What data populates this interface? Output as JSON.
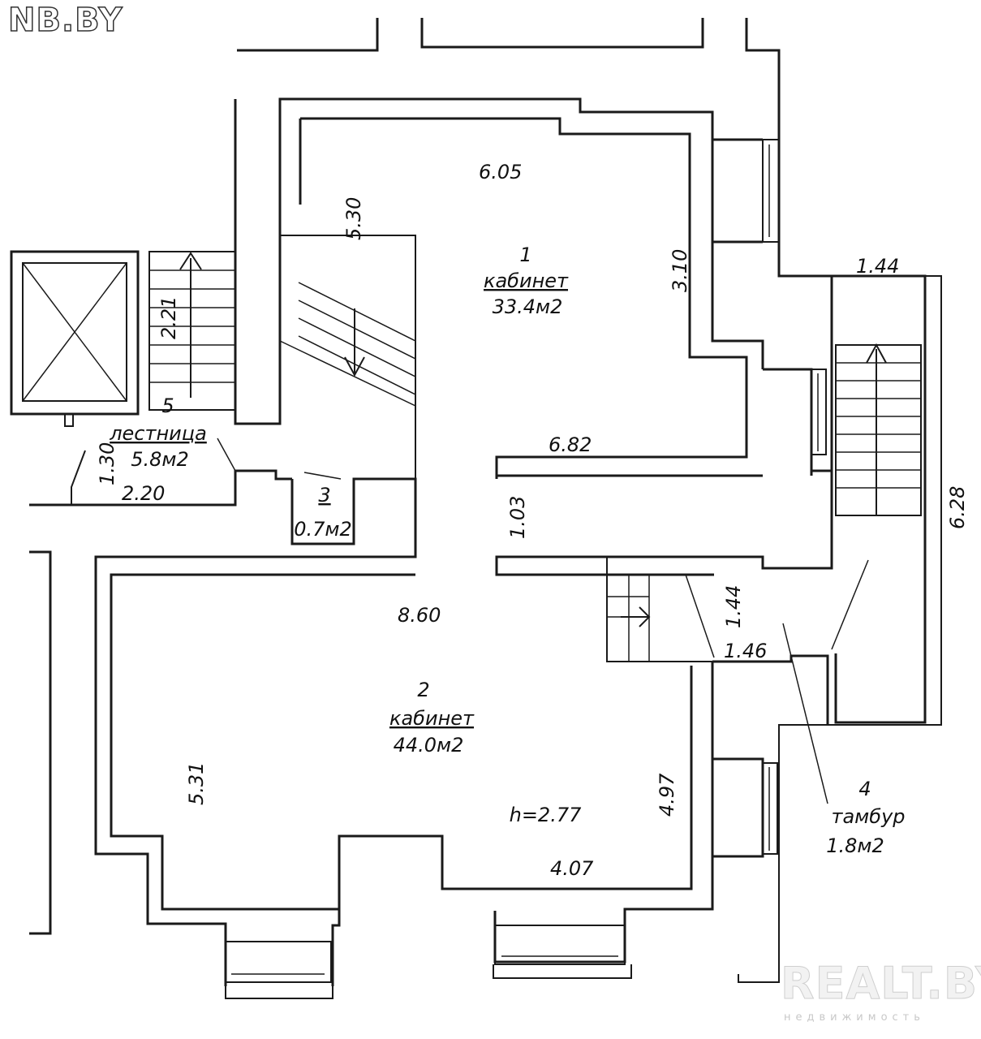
{
  "watermarks": {
    "top_left": "NB.BY",
    "bottom_right": "REALT.BY",
    "bottom_right_sub": "недвижимость"
  },
  "rooms": [
    {
      "number": "1",
      "name": "кабинет",
      "area": "33.4м2"
    },
    {
      "number": "2",
      "name": "кабинет",
      "area": "44.0м2",
      "height": "h=2.77"
    },
    {
      "number": "3",
      "area": "0.7м2"
    },
    {
      "number": "4",
      "name": "тамбур",
      "area": "1.8м2"
    },
    {
      "number": "5",
      "name": "лестница",
      "area": "5.8м2"
    }
  ],
  "dimensions": {
    "r1_top": "6.05",
    "r1_left": "5.30",
    "r1_right": "3.10",
    "r1_bottom": "6.82",
    "corridor": "1.03",
    "r2_top": "8.60",
    "r2_left": "5.31",
    "r2_right": "4.97",
    "r2_bottom": "4.07",
    "stair_top": "1.44",
    "stair_right": "6.28",
    "vest_v": "1.44",
    "vest_h": "1.46",
    "lst_v1": "2.21",
    "lst_v2": "1.30",
    "lst_h": "2.20"
  },
  "colors": {
    "line": "#1a1a1a",
    "background": "#ffffff"
  }
}
